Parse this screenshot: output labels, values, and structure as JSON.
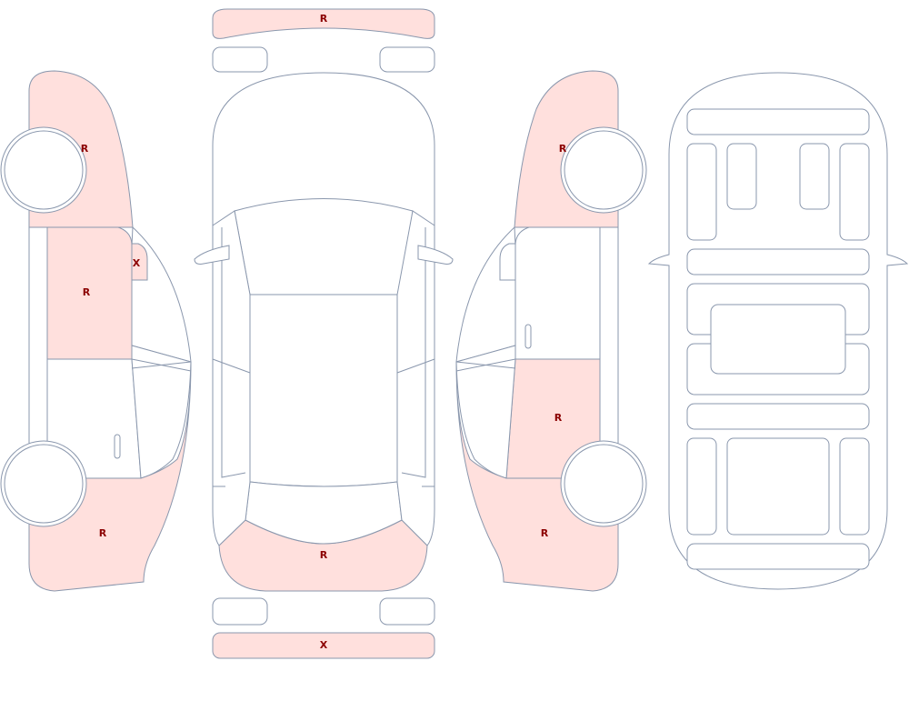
{
  "colors": {
    "outline": "#8a97ad",
    "damaged_fill": "#ffe0dd",
    "mark_text": "#8b0000"
  },
  "marks": {
    "left_front_fender": "R",
    "left_front_door": "R",
    "left_mirror": "X",
    "left_rear_quarter": "R",
    "front_bumper": "R",
    "rear_hatch": "R",
    "rear_bumper": "X",
    "right_front_fender": "R",
    "right_rear_door": "R",
    "right_rear_quarter": "R"
  }
}
